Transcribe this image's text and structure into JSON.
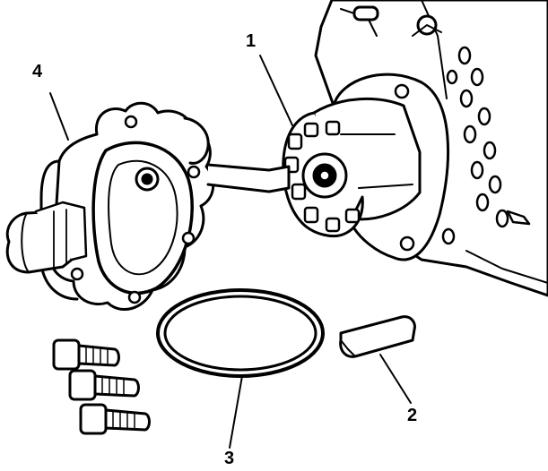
{
  "callouts": {
    "part1": "1",
    "part2": "2",
    "part3": "3",
    "part4": "4"
  },
  "colors": {
    "ink": "#000000",
    "paper": "#ffffff"
  }
}
